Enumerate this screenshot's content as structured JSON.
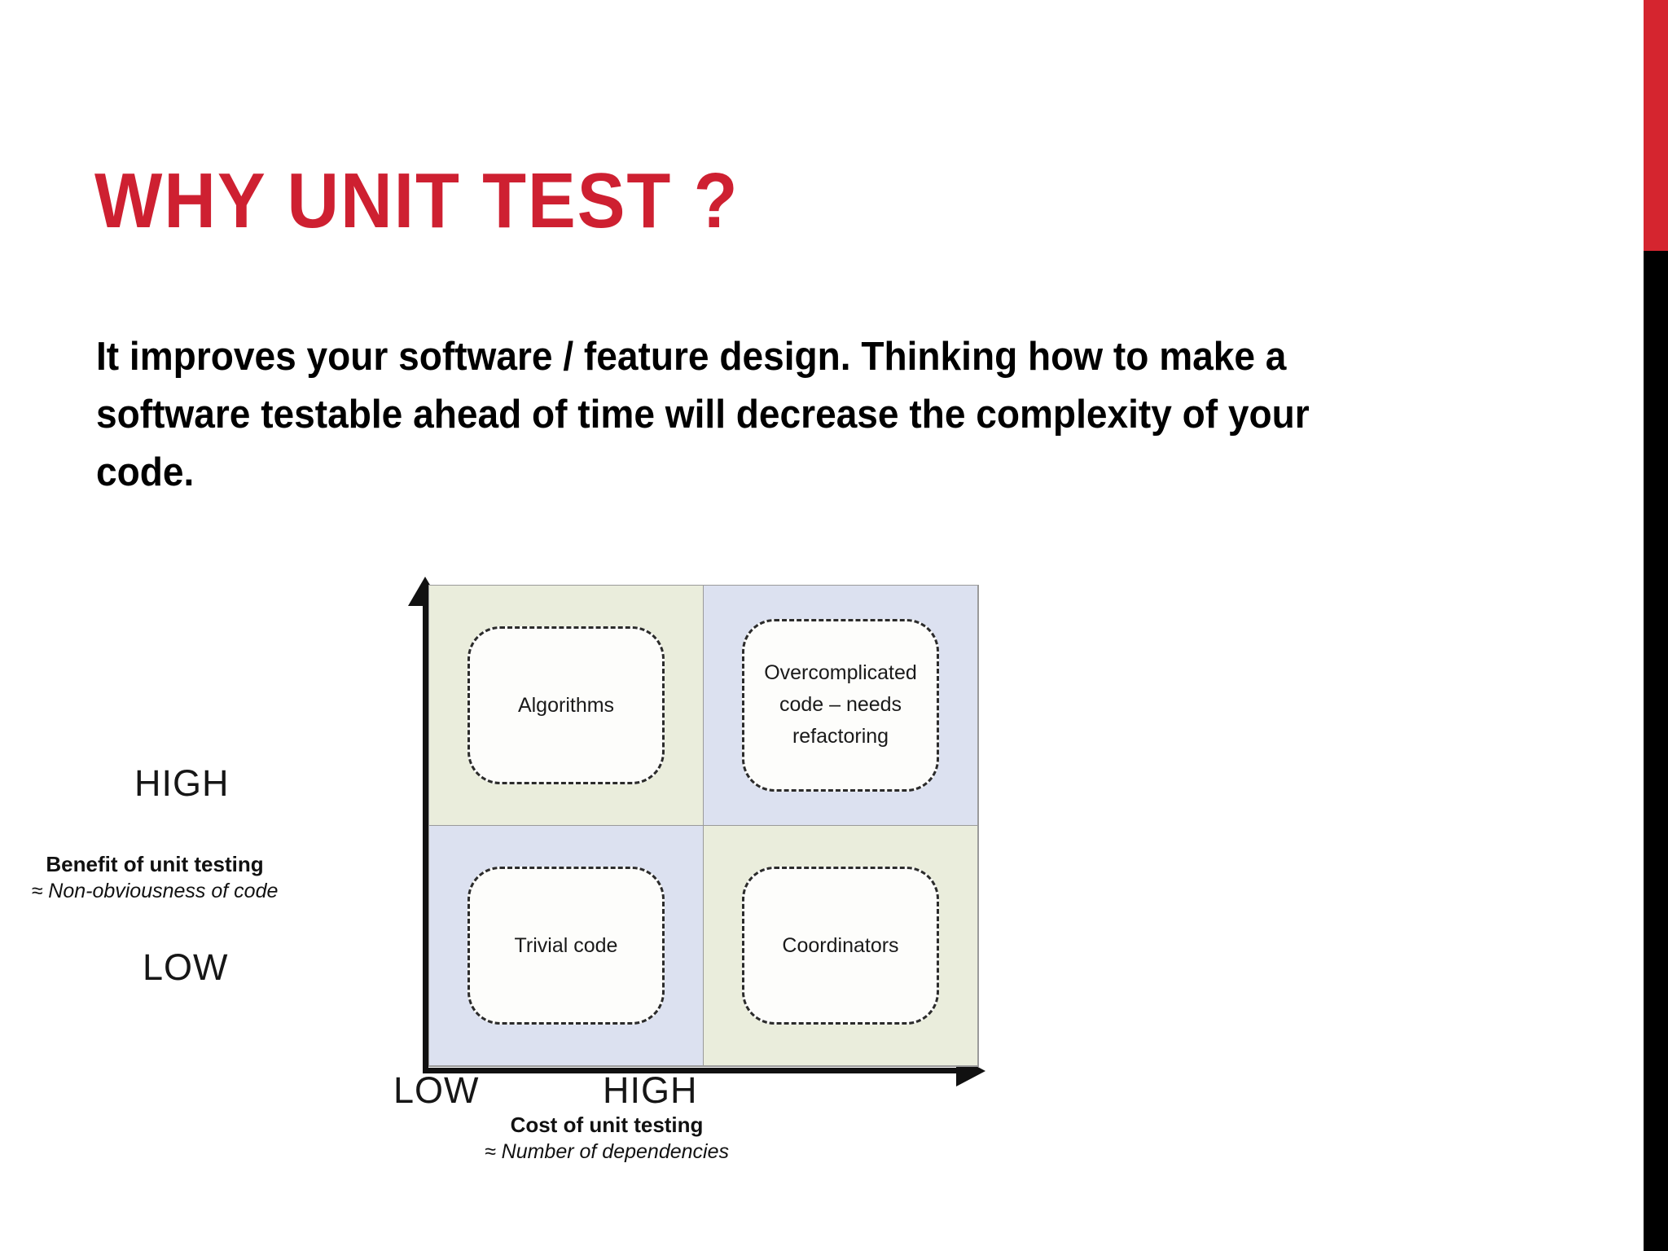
{
  "theme": {
    "accent_red": "#CE2031",
    "edge_black": "#000000",
    "quad_green": "#EAEDDC",
    "quad_blue": "#DCE1F0",
    "text_black": "#000000"
  },
  "slide": {
    "title": "Why unit test ?",
    "body": "It improves your software / feature design.  Thinking how to make a software testable ahead of time will decrease the complexity of your code."
  },
  "chart_data": {
    "type": "table",
    "title": "",
    "xlabel": "Cost of unit testing",
    "xlabel_sub": "≈ Number of dependencies",
    "ylabel": "Benefit of unit testing",
    "ylabel_sub": "≈ Non-obviousness of code",
    "x_ticks": [
      "LOW",
      "HIGH"
    ],
    "y_ticks": [
      "LOW",
      "HIGH"
    ],
    "grid": true,
    "legend": "none",
    "quadrants": [
      {
        "x": "LOW",
        "y": "HIGH",
        "label": "Algorithms",
        "fill": "#EAEDDC"
      },
      {
        "x": "HIGH",
        "y": "HIGH",
        "label": "Overcomplicated code – needs refactoring",
        "fill": "#DCE1F0"
      },
      {
        "x": "LOW",
        "y": "LOW",
        "label": "Trivial code",
        "fill": "#DCE1F0"
      },
      {
        "x": "HIGH",
        "y": "LOW",
        "label": "Coordinators",
        "fill": "#EAEDDC"
      }
    ]
  }
}
